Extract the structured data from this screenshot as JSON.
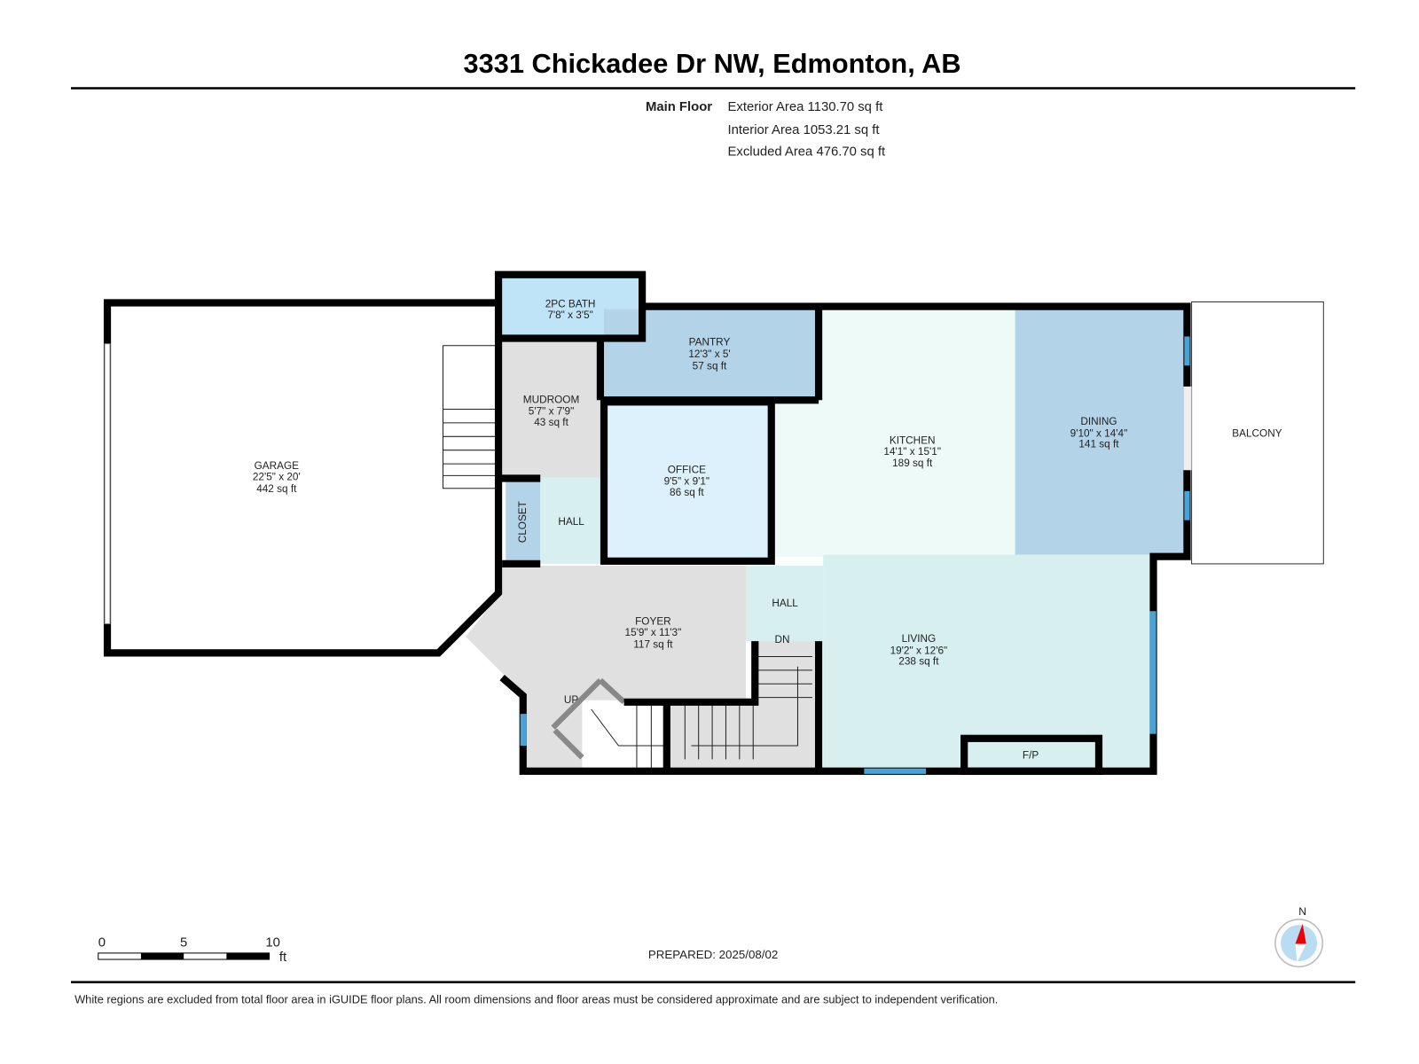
{
  "title": "3331 Chickadee Dr NW, Edmonton, AB",
  "summary": {
    "floor": "Main Floor",
    "exterior": "Exterior Area 1130.70 sq ft",
    "interior": "Interior Area 1053.21 sq ft",
    "excluded": "Excluded Area 476.70 sq ft"
  },
  "rooms": {
    "bath": {
      "name": "2PC BATH",
      "dims": "7'8\" x 3'5\""
    },
    "pantry": {
      "name": "PANTRY",
      "dims": "12'3\" x 5'",
      "area": "57 sq ft"
    },
    "mudroom": {
      "name": "MUDROOM",
      "dims": "5'7\" x 7'9\"",
      "area": "43 sq ft"
    },
    "garage": {
      "name": "GARAGE",
      "dims": "22'5\" x 20'",
      "area": "442 sq ft"
    },
    "closet": {
      "name": "CLOSET"
    },
    "hall1": {
      "name": "HALL"
    },
    "office": {
      "name": "OFFICE",
      "dims": "9'5\" x 9'1\"",
      "area": "86 sq ft"
    },
    "kitchen": {
      "name": "KITCHEN",
      "dims": "14'1\" x 15'1\"",
      "area": "189 sq ft"
    },
    "dining": {
      "name": "DINING",
      "dims": "9'10\" x 14'4\"",
      "area": "141 sq ft"
    },
    "balcony": {
      "name": "BALCONY"
    },
    "foyer": {
      "name": "FOYER",
      "dims": "15'9\" x 11'3\"",
      "area": "117 sq ft"
    },
    "hall2": {
      "name": "HALL"
    },
    "living": {
      "name": "LIVING",
      "dims": "19'2\" x 12'6\"",
      "area": "238 sq ft"
    },
    "fireplace": {
      "name": "F/P"
    },
    "stairs_up": "UP",
    "stairs_down": "DN"
  },
  "scale": {
    "t0": "0",
    "t5": "5",
    "t10": "10",
    "unit": "ft"
  },
  "compass": "N",
  "prepared": "PREPARED: 2025/08/02",
  "disclaimer": "White regions are excluded from total floor area in iGUIDE floor plans. All room dimensions and floor areas must be considered approximate and are subject to independent verification.",
  "colors": {
    "bath": "#bfe3f7",
    "pantry": "#b3d3e8",
    "grey": "#e0e0e0",
    "hall": "#d7efef",
    "office": "#dcf1fb",
    "kitchen": "#eefaf8",
    "window": "#4aa3d8"
  }
}
